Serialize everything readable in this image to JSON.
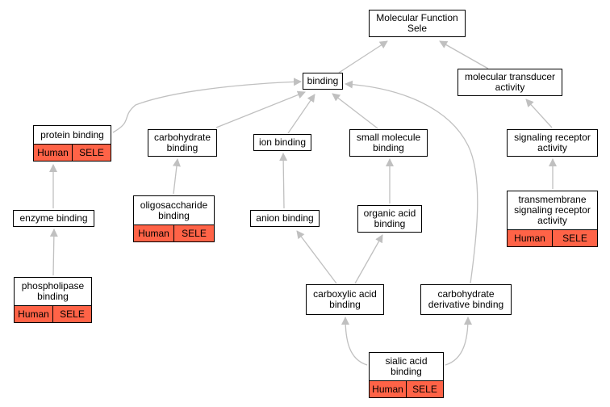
{
  "colors": {
    "edge": "#c0c0c0",
    "annotation_fill": "#ff6347",
    "node_border": "#000000",
    "node_fill": "#ffffff"
  },
  "nodes": [
    {
      "id": "mf",
      "label": "Molecular Function\nSele"
    },
    {
      "id": "binding",
      "label": "binding"
    },
    {
      "id": "mtrans",
      "label": "molecular transducer\nactivity"
    },
    {
      "id": "protein",
      "label": "protein binding",
      "tags": [
        "Human",
        "SELE"
      ]
    },
    {
      "id": "carbo",
      "label": "carbohydrate\nbinding"
    },
    {
      "id": "ion",
      "label": "ion binding"
    },
    {
      "id": "smallmol",
      "label": "small molecule\nbinding"
    },
    {
      "id": "sigrec",
      "label": "signaling receptor\nactivity"
    },
    {
      "id": "enzyme",
      "label": "enzyme binding"
    },
    {
      "id": "oligo",
      "label": "oligosaccharide\nbinding",
      "tags": [
        "Human",
        "SELE"
      ]
    },
    {
      "id": "anion",
      "label": "anion binding"
    },
    {
      "id": "orgacid",
      "label": "organic acid\nbinding"
    },
    {
      "id": "tmsig",
      "label": "transmembrane\nsignaling receptor\nactivity",
      "tags": [
        "Human",
        "SELE"
      ]
    },
    {
      "id": "phospho",
      "label": "phospholipase\nbinding",
      "tags": [
        "Human",
        "SELE"
      ]
    },
    {
      "id": "carboxy",
      "label": "carboxylic acid\nbinding"
    },
    {
      "id": "carbderiv",
      "label": "carbohydrate\nderivative binding"
    },
    {
      "id": "sialic",
      "label": "sialic acid\nbinding",
      "tags": [
        "Human",
        "SELE"
      ]
    }
  ],
  "edges": [
    {
      "from": "binding",
      "to": "mf"
    },
    {
      "from": "mtrans",
      "to": "mf"
    },
    {
      "from": "protein",
      "to": "binding"
    },
    {
      "from": "carbo",
      "to": "binding"
    },
    {
      "from": "ion",
      "to": "binding"
    },
    {
      "from": "smallmol",
      "to": "binding"
    },
    {
      "from": "carbderiv",
      "to": "binding"
    },
    {
      "from": "sigrec",
      "to": "mtrans"
    },
    {
      "from": "enzyme",
      "to": "protein"
    },
    {
      "from": "oligo",
      "to": "carbo"
    },
    {
      "from": "anion",
      "to": "ion"
    },
    {
      "from": "orgacid",
      "to": "smallmol"
    },
    {
      "from": "tmsig",
      "to": "sigrec"
    },
    {
      "from": "phospho",
      "to": "enzyme"
    },
    {
      "from": "carboxy",
      "to": "anion"
    },
    {
      "from": "carboxy",
      "to": "orgacid"
    },
    {
      "from": "sialic",
      "to": "carboxy"
    },
    {
      "from": "sialic",
      "to": "carbderiv"
    }
  ]
}
